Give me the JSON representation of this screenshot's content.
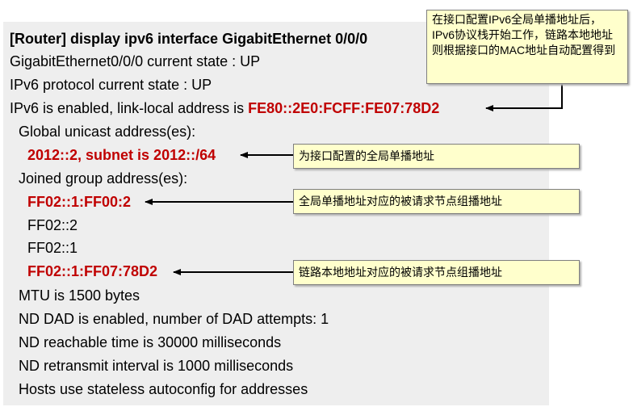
{
  "command": "[Router] display ipv6 interface GigabitEthernet 0/0/0",
  "lines": {
    "current_state": "GigabitEthernet0/0/0 current state : UP",
    "protocol_state": "IPv6 protocol current state : UP",
    "link_local_prefix": "IPv6 is enabled, link-local address is ",
    "link_local_address": "FE80::2E0:FCFF:FE07:78D2",
    "global_unicast_header": "Global unicast address(es):",
    "global_unicast": "2012::2, subnet is 2012::/64",
    "joined_groups_header": "Joined group address(es):",
    "group_1": "FF02::1:FF00:2",
    "group_2": "FF02::2",
    "group_3": "FF02::1",
    "group_4": "FF02::1:FF07:78D2",
    "mtu": "MTU is 1500 bytes",
    "nd_dad": "ND DAD is enabled, number of DAD attempts: 1",
    "nd_reachable": "ND reachable time is 30000 milliseconds",
    "nd_retransmit": "ND retransmit interval is 1000 milliseconds",
    "hosts": "Hosts use stateless autoconfig for addresses"
  },
  "callouts": {
    "link_local": "在接口配置IPv6全局单播地址后，IPv6协议栈开始工作，链路本地地址则根据接口的MAC地址自动配置得到",
    "global_unicast": "为接口配置的全局单播地址",
    "solicited_node_global": "全局单播地址对应的被请求节点组播地址",
    "solicited_node_link_local": "链路本地地址对应的被请求节点组播地址"
  },
  "colors": {
    "highlight": "#c00000",
    "callout_bg": "#ffffcc",
    "terminal_bg": "#eeeeee"
  }
}
